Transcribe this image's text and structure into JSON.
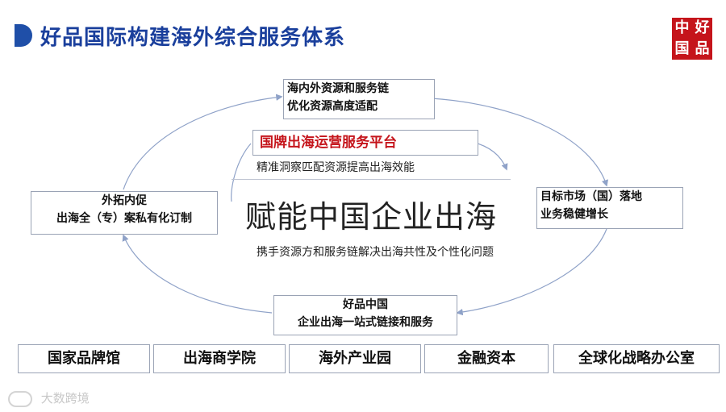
{
  "title": "好品国际构建海外综合服务体系",
  "logo": {
    "chars": [
      "中",
      "好",
      "国",
      "品"
    ],
    "color": "#c5141b"
  },
  "cycle": {
    "top_line1": "海内外资源和服务链",
    "top_line2": "优化资源高度适配",
    "right_line1": "目标市场（国）落地",
    "right_line2": "业务稳健增长",
    "bottom_line1": "好品中国",
    "bottom_line2": "企业出海一站式链接和服务",
    "left_line1": "外拓内促",
    "left_line2": "出海全（专）案私有化订制"
  },
  "center": {
    "platform": "国牌出海运营服务平台",
    "platform_sub": "精准洞察匹配资源提高出海效能",
    "core": "赋能中国企业出海",
    "core_sub": "携手资源方和服务链解决出海共性及个性化问题"
  },
  "pillars": [
    "国家品牌馆",
    "出海商学院",
    "海外产业园",
    "金融资本",
    "全球化战略办公室"
  ],
  "watermark": "大数跨境",
  "colors": {
    "title": "#1a3f9c",
    "accent": "#1f4fa8",
    "highlight": "#c5141b",
    "arrow": "#8fa2c8"
  }
}
